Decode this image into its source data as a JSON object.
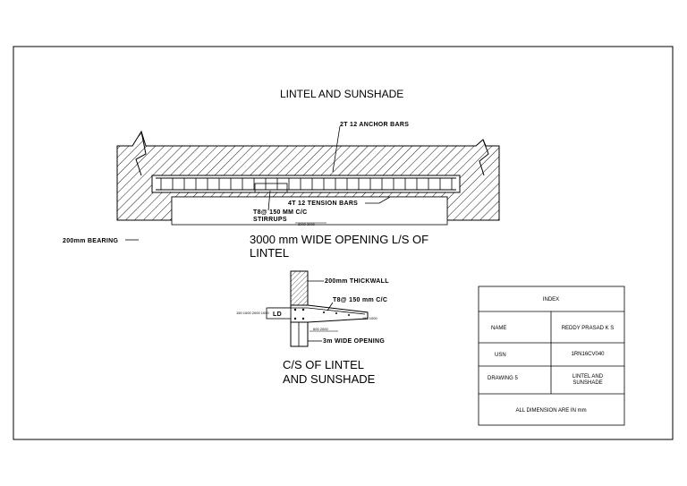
{
  "drawing": {
    "title": "LINTEL AND SUNSHADE",
    "elevation": {
      "anchor_bars": "2T 12 ANCHOR BARS",
      "tension_bars": "4T 12 TENSION BARS",
      "stirrups_line1": "T8@ 150 MM C/C",
      "stirrups_line2": "STIRRUPS",
      "bearing": "200mm BEARING",
      "opening_dim": "3000 3000",
      "caption_line1": "3000 mm WIDE OPENING L/S OF",
      "caption_line2": "LINTEL"
    },
    "section": {
      "thick_wall": "200mm THICKWALL",
      "stirrup_spacing": "T8@ 150 mm C/C",
      "ld_label": "LD",
      "left_dims": "150 1000 2000 1000",
      "right_dim": "150 1000",
      "bottom_dim": "600 2000",
      "opening": "3m WIDE OPENING",
      "caption_line1": "C/S OF LINTEL",
      "caption_line2": "AND SUNSHADE"
    }
  },
  "index": {
    "header": "INDEX",
    "rows": [
      {
        "key": "NAME",
        "value": "REDDY PRASAD K S"
      },
      {
        "key": "USN",
        "value": "1RN16CV040"
      },
      {
        "key": "DRAWING 5",
        "value_line1": "LINTEL AND",
        "value_line2": "SUNSHADE"
      }
    ],
    "footer": "ALL DIMENSION ARE IN mm"
  }
}
